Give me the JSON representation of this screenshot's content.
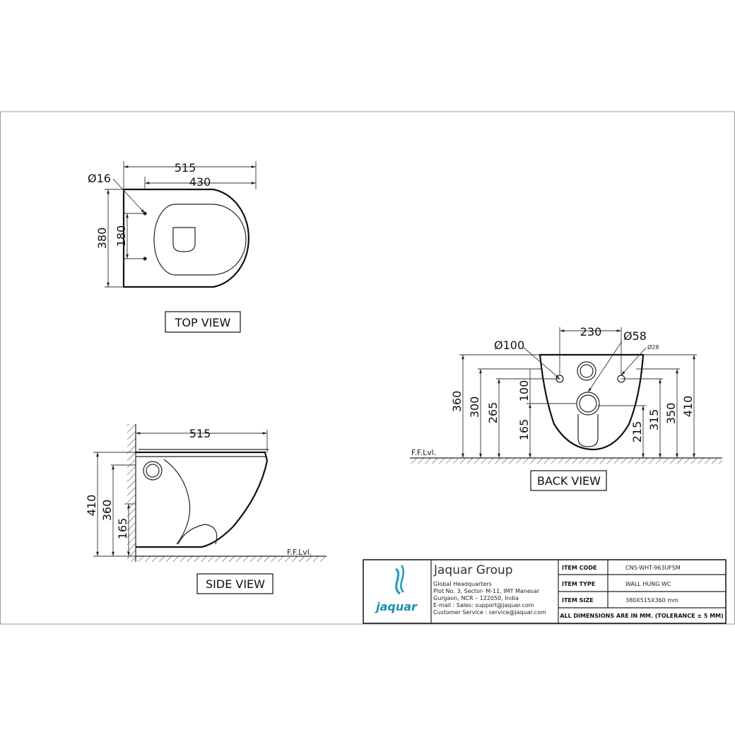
{
  "views": {
    "top": "TOP VIEW",
    "side": "SIDE VIEW",
    "back": "BACK VIEW"
  },
  "dims": {
    "top_515": "515",
    "top_430": "430",
    "top_d16": "Ø16",
    "top_380": "380",
    "top_180": "180",
    "side_515": "515",
    "side_410": "410",
    "side_360": "360",
    "side_165": "165",
    "back_230": "230",
    "back_d100": "Ø100",
    "back_d58": "Ø58",
    "back_d28": "Ø28",
    "back_360": "360",
    "back_300": "300",
    "back_265": "265",
    "back_100": "100",
    "back_165": "165",
    "back_215": "215",
    "back_315": "315",
    "back_350": "350",
    "back_410": "410"
  },
  "floor_label": "F.F.Lvl.",
  "title_block": {
    "brand_logo": "jaquar",
    "company": "Jaquar Group",
    "address": [
      "Global Headquarters",
      "Plot No. 3, Sector- M-11, IMT Manesar",
      "Gurgaon, NCR – 122050, India",
      "E-mail : Sales: support@jaquar.com",
      "Customer Service : service@jaquar.com"
    ],
    "rows": [
      {
        "key": "ITEM CODE",
        "value": "CNS-WHT-963UFSM"
      },
      {
        "key": "ITEM TYPE",
        "value": "WALL HUNG WC"
      },
      {
        "key": "ITEM SIZE",
        "value": "380X515X360 mm"
      }
    ],
    "note": "ALL DIMENSIONS ARE IN MM. (TOLERANCE ± 5 MM)"
  }
}
